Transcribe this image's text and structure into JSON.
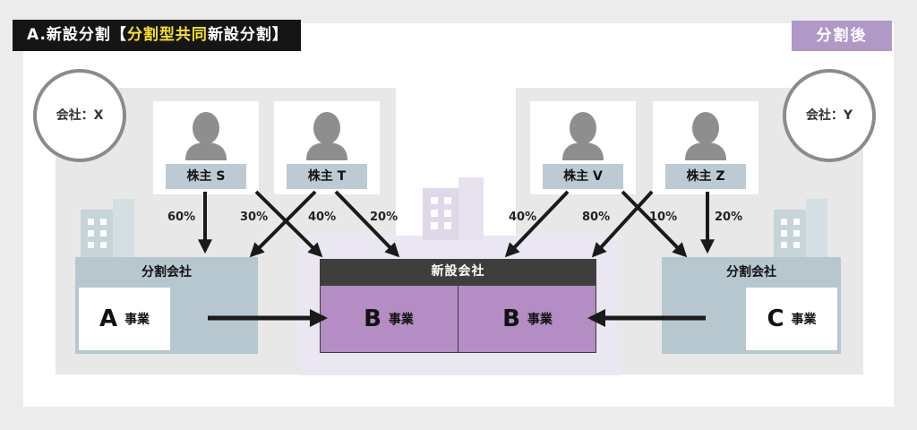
{
  "header": {
    "prefix": "A.新設分割【",
    "highlight": "分割型共同",
    "suffix": "新設分割】",
    "badge": "分割後"
  },
  "companies": {
    "left": "会社：X",
    "right": "会社：Y"
  },
  "shareholders": [
    {
      "label": "株主 S"
    },
    {
      "label": "株主 T"
    },
    {
      "label": "株主 V"
    },
    {
      "label": "株主 Z"
    }
  ],
  "percentages": {
    "s_to_split": "60%",
    "s_to_new": "30%",
    "t_to_split": "40%",
    "t_to_new": "20%",
    "v_to_new": "40%",
    "v_to_split": "80%",
    "z_to_new": "10%",
    "z_to_split": "20%"
  },
  "split_left": {
    "title": "分割会社",
    "biz_letter": "A",
    "biz_word": "事業"
  },
  "split_right": {
    "title": "分割会社",
    "biz_letter": "C",
    "biz_word": "事業"
  },
  "new_company": {
    "title": "新設会社",
    "biz_left": {
      "letter": "B",
      "word": "事業"
    },
    "biz_right": {
      "letter": "B",
      "word": "事業"
    }
  },
  "colors": {
    "title_bg": "#151515",
    "title_highlight": "#f5e12a",
    "badge_bg": "#b098c7",
    "shareholder_label_bg": "#bccbd3",
    "split_company_bg": "#b6c7cf",
    "new_company_head": "#3e3e3e",
    "new_company_body": "#b38dc3"
  }
}
